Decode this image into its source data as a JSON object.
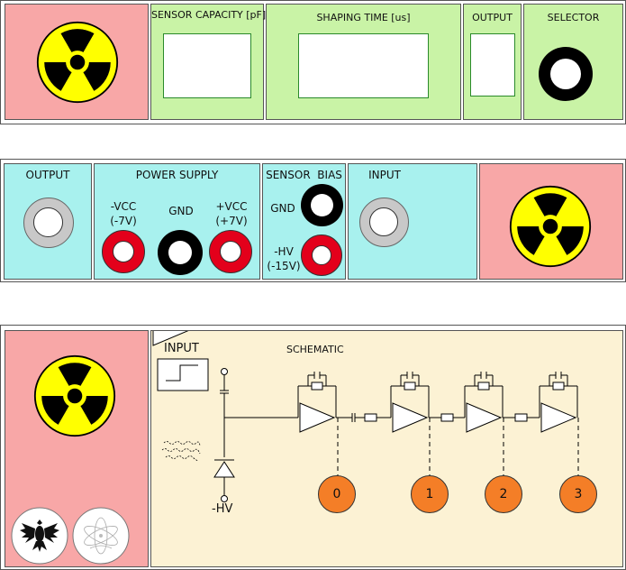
{
  "top_panel": {
    "sensor_capacity_label": "SENSOR CAPACITY [pF]",
    "shaping_time_label": "SHAPING TIME [us]",
    "output_label": "OUTPUT",
    "selector_label": "SELECTOR"
  },
  "middle_panel": {
    "output_label": "OUTPUT",
    "power_supply_label": "POWER SUPPLY",
    "vcc_neg_label": "-VCC",
    "vcc_neg_value": "(-7V)",
    "gnd_label": "GND",
    "vcc_pos_label": "+VCC",
    "vcc_pos_value": "(+7V)",
    "sensor_bias_label": "SENSOR  BIAS",
    "bias_gnd_label": "GND",
    "hv_label": "-HV",
    "hv_value": "(-15V)",
    "input_label": "INPUT"
  },
  "bottom_panel": {
    "input_label": "INPUT",
    "schematic_label": "SCHEMATIC",
    "hv_label": "-HV",
    "nodes": [
      "0",
      "1",
      "2",
      "3"
    ]
  },
  "icons": {
    "radiation": "radiation-hazard-icon",
    "eagle": "eagle-crest-icon",
    "atom": "atom-logo-icon"
  },
  "colors": {
    "pink": "#f8a7a7",
    "green": "#c9f3a6",
    "cyan": "#a8f1ee",
    "cream": "#fcf2d4",
    "orange": "#f47e27",
    "red": "#e3001b"
  }
}
